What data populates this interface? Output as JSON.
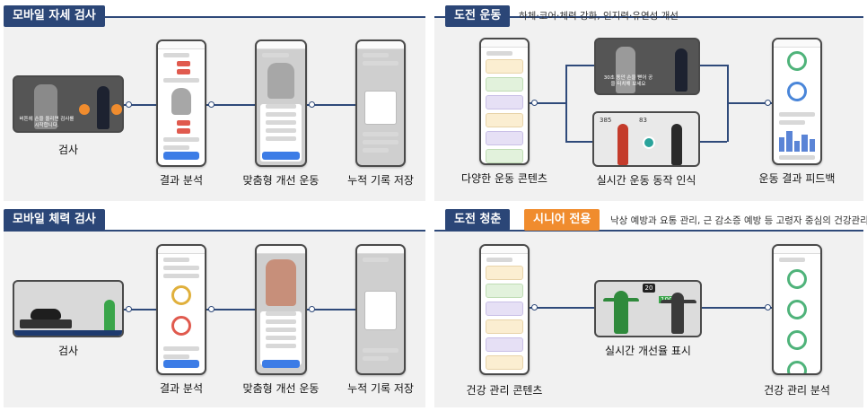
{
  "panels": {
    "posture": {
      "tag": "모바일 자세 검사",
      "photo_text": "버튼에 손을 올리면 검사를 시작합니다.",
      "captions": [
        "검사",
        "결과 분석",
        "맞춤형 개선 운동",
        "누적 기록 저장"
      ]
    },
    "challenge": {
      "tag": "도전 운동",
      "subtitle": "하체·코어·체력 강화, 인지력·유연성 개선",
      "photo_text": "30초 동안 손을 뻗어 공을 터치해 보세요",
      "counters": [
        "385",
        "83"
      ],
      "captions": [
        "다양한 운동 콘텐츠",
        "실시간 운동 동작 인식",
        "운동 결과 피드백"
      ]
    },
    "fitness": {
      "tag": "모바일 체력 검사",
      "captions": [
        "검사",
        "결과 분석",
        "맞춤형 개선 운동",
        "누적 기록 저장"
      ]
    },
    "youth": {
      "tag": "도전 청춘",
      "tag2": "시니어 전용",
      "subtitle": "낙상 예방과 요통 관리, 근 감소증 예방 등 고령자 중심의 건강관리",
      "badge": "20",
      "percent": "100%",
      "captions": [
        "건강 관리 콘텐츠",
        "실시간 개선율 표시",
        "건강 관리 분석"
      ]
    }
  },
  "colors": {
    "navy": "#2b4677",
    "orange": "#f08c2e",
    "panel": "#f1f1f1"
  }
}
